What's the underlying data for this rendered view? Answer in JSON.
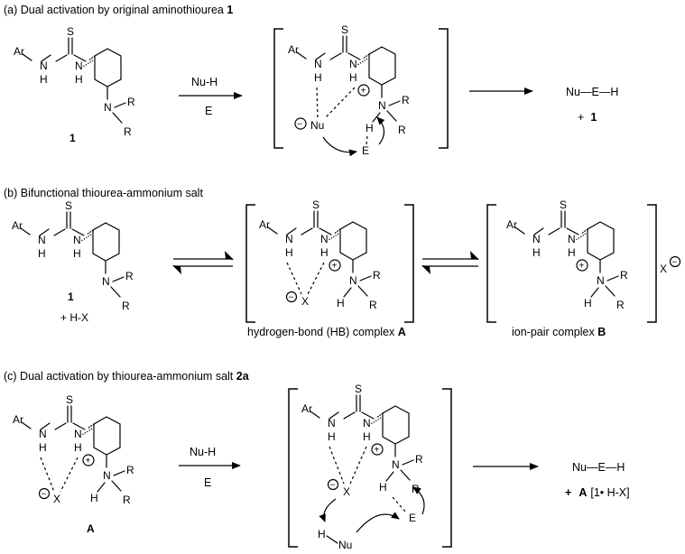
{
  "panel_a": {
    "title_prefix": "(a) Dual activation by original aminothiourea ",
    "title_bold": "1",
    "compound_label": "1",
    "reagent_top": "Nu-H",
    "reagent_bottom": "E",
    "ts_nu": "Nu",
    "ts_e": "E",
    "product": "Nu—E—H",
    "plus": "+",
    "plus_bold": "1"
  },
  "panel_b": {
    "title": "(b) Bifunctional thiourea-ammonium salt",
    "compound_label": "1",
    "acid": "+  H-X",
    "hb_x": "X",
    "anion_x": "X",
    "hb_caption_prefix": "hydrogen-bond (HB) complex ",
    "hb_caption_bold": "A",
    "ip_caption_prefix": "ion-pair complex ",
    "ip_caption_bold": "B"
  },
  "panel_c": {
    "title_prefix": "(c) Dual activation by thiourea-ammonium salt ",
    "title_bold": "2a",
    "compound_label": "A",
    "reagent_top": "Nu-H",
    "reagent_bottom": "E",
    "x_left": "X",
    "x_ts": "X",
    "ts_e": "E",
    "ts_h": "H",
    "ts_nu": "Nu",
    "product": "Nu—E—H",
    "byproduct_plus": "+",
    "byproduct_bold": "A",
    "byproduct_rest": "[1• H-X]"
  },
  "atoms": {
    "ar": "Ar",
    "n": "N",
    "h": "H",
    "s": "S",
    "r": "R"
  },
  "symbols": {
    "plus_circle": "+",
    "minus_circle": "−"
  }
}
